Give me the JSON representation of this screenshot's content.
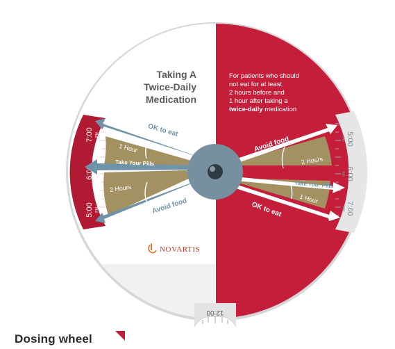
{
  "colors": {
    "red": "#c41e3a",
    "dark_red": "#9e1530",
    "gold": "#a39162",
    "steel": "#6f93a8",
    "hub": "#76909f",
    "white": "#ffffff"
  },
  "left_panel": {
    "title_line1": "Taking A",
    "title_line2": "Twice-Daily",
    "title_line3": "Medication",
    "ok_to_eat": "OK to eat",
    "one_hour": "1 Hour",
    "take_pills": "Take Your Pills",
    "two_hours": "2 Hours",
    "avoid_food": "Avoid food",
    "scale_labels": [
      "7:00",
      "6:00",
      "5:00"
    ],
    "scale_sub": "PM"
  },
  "right_panel": {
    "desc_line1": "For patients who should",
    "desc_line2": "not eat for at least",
    "desc_line3": "2 hours before and",
    "desc_line4": "1 hour after taking a",
    "desc_bold": "twice-daily",
    "desc_tail": " medication",
    "avoid_food": "Avoid food",
    "two_hours": "2 Hours",
    "take_pills": "Take Your Pills",
    "one_hour": "1 Hour",
    "ok_to_eat": "OK to eat",
    "scale_labels": [
      "5:00",
      "6:00",
      "7:00"
    ],
    "scale_sub": "AM"
  },
  "brand": {
    "name": "NOVARTIS",
    "logo_icon": "novartis-flame-icon"
  },
  "bottom_window_label": "12:00",
  "caption": "Dosing wheel"
}
